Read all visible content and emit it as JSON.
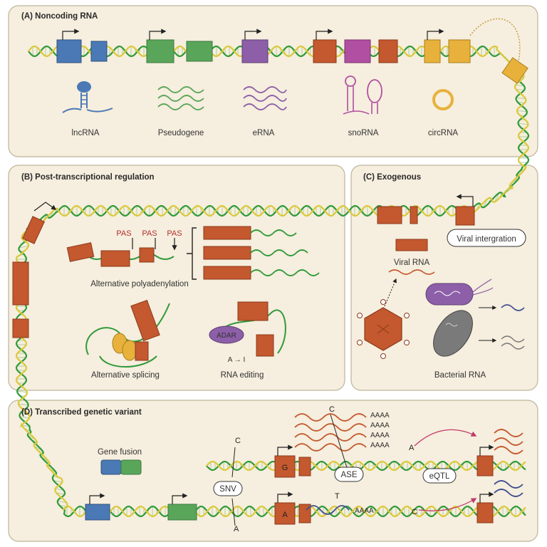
{
  "colors": {
    "panel_fill": "#f6eede",
    "panel_stroke": "#bdb49b",
    "dna_green": "#2f9a3a",
    "dna_yellow": "#d9c93a",
    "exon_red": "#c4582e",
    "lncrna_blue": "#4a79b5",
    "pseudogene_green": "#59a55a",
    "erna_purple": "#8d5fa8",
    "snorna_magenta": "#b14fa2",
    "circrna_orange": "#e7b13b"
  },
  "panels": {
    "A": {
      "title": "(A) Noncoding RNA",
      "items": [
        {
          "label": "lncRNA",
          "icon": "hairpin-icon"
        },
        {
          "label": "Pseudogene",
          "icon": "wavy-lines-icon"
        },
        {
          "label": "eRNA",
          "icon": "wavy-lines-icon"
        },
        {
          "label": "snoRNA",
          "icon": "snorna-icon"
        },
        {
          "label": "circRNA",
          "icon": "circle-icon"
        }
      ]
    },
    "B": {
      "title": "(B) Post-transcriptional regulation",
      "pas": [
        "PAS",
        "PAS",
        "PAS"
      ],
      "polyadenylation_label": "Alternative polyadenylation",
      "splicing_label": "Alternative splicing",
      "editing_label": "RNA editing",
      "adar_label": "ADAR",
      "editing_change": "A → I"
    },
    "C": {
      "title": "(C) Exogenous",
      "viral_integration": "Viral intergration",
      "viral_rna": "Viral RNA",
      "bacterial_rna": "Bacterial RNA"
    },
    "D": {
      "title": "(D) Transcribed genetic variant",
      "gene_fusion": "Gene fusion",
      "snv": "SNV",
      "ase": "ASE",
      "eqtl": "eQTL",
      "allele_c": "C",
      "allele_a": "A",
      "allele_g": "G",
      "allele_t": "T",
      "polya": "AAAA"
    }
  }
}
